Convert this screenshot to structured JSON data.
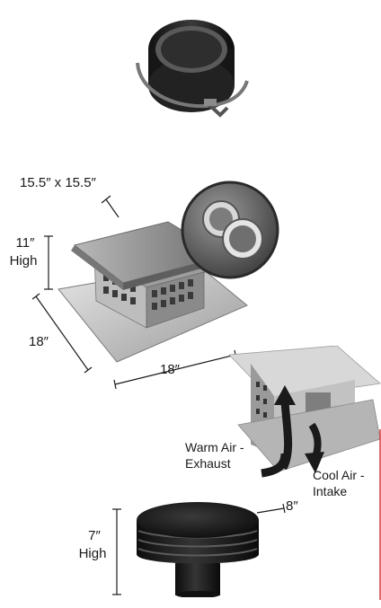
{
  "labels": {
    "roof_cap_size": "15.5″ x 15.5″",
    "roof_cap_height_value": "11″",
    "roof_cap_height_unit": "High",
    "base_depth": "18″",
    "base_width": "18″",
    "warm_air_line1": "Warm Air -",
    "warm_air_line2": "Exhaust",
    "cool_air_line1": "Cool Air -",
    "cool_air_line2": "Intake",
    "wall_cap_diameter": "8″",
    "wall_cap_height_value": "7″",
    "wall_cap_height_unit": "High"
  },
  "colors": {
    "metal_dark": "#2b2b2b",
    "metal_mid": "#8f8f8f",
    "metal_light": "#d9d9d9",
    "accent_red": "#d23b3b"
  },
  "icons": {
    "top": "duct-clamp-icon",
    "middle": "roof-vent-cap-icon",
    "inset": "dual-pipe-inset-icon",
    "cutaway": "airflow-cutaway-icon",
    "bottom": "round-wall-cap-icon"
  }
}
